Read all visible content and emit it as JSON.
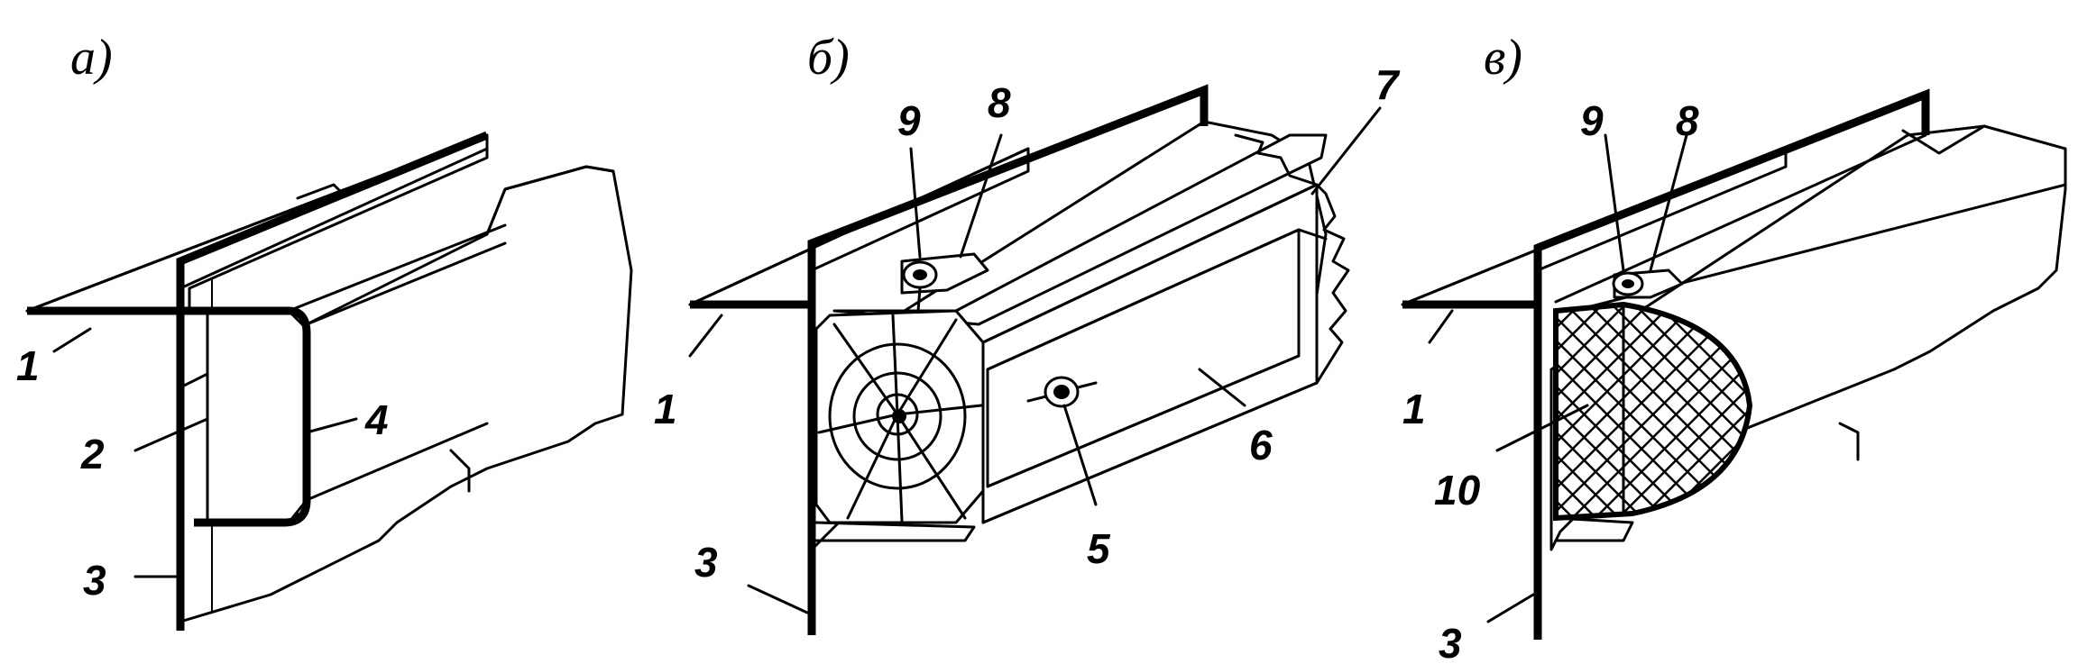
{
  "panels": [
    {
      "id": "a",
      "heading": "а)",
      "labels": [
        "1",
        "2",
        "3",
        "4"
      ]
    },
    {
      "id": "b",
      "heading": "б)",
      "labels": [
        "1",
        "3",
        "5",
        "6",
        "7",
        "8",
        "9"
      ]
    },
    {
      "id": "v",
      "heading": "в)",
      "labels": [
        "1",
        "3",
        "8",
        "9",
        "10"
      ]
    }
  ]
}
